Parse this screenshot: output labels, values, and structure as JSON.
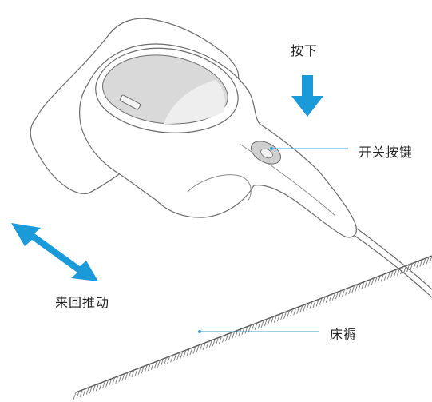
{
  "labels": {
    "press": "按下",
    "power_button": "开关按键",
    "push_back_forth": "来回推动",
    "mattress": "床褥"
  },
  "colors": {
    "arrow": "#1a9ad9",
    "callout": "#3aa0d8",
    "outline": "#6b6b6b",
    "window": "#d9d9d9",
    "button": "#cfcfcf"
  },
  "icons": {
    "down_arrow": "down-arrow-icon",
    "double_arrow": "double-arrow-icon"
  }
}
